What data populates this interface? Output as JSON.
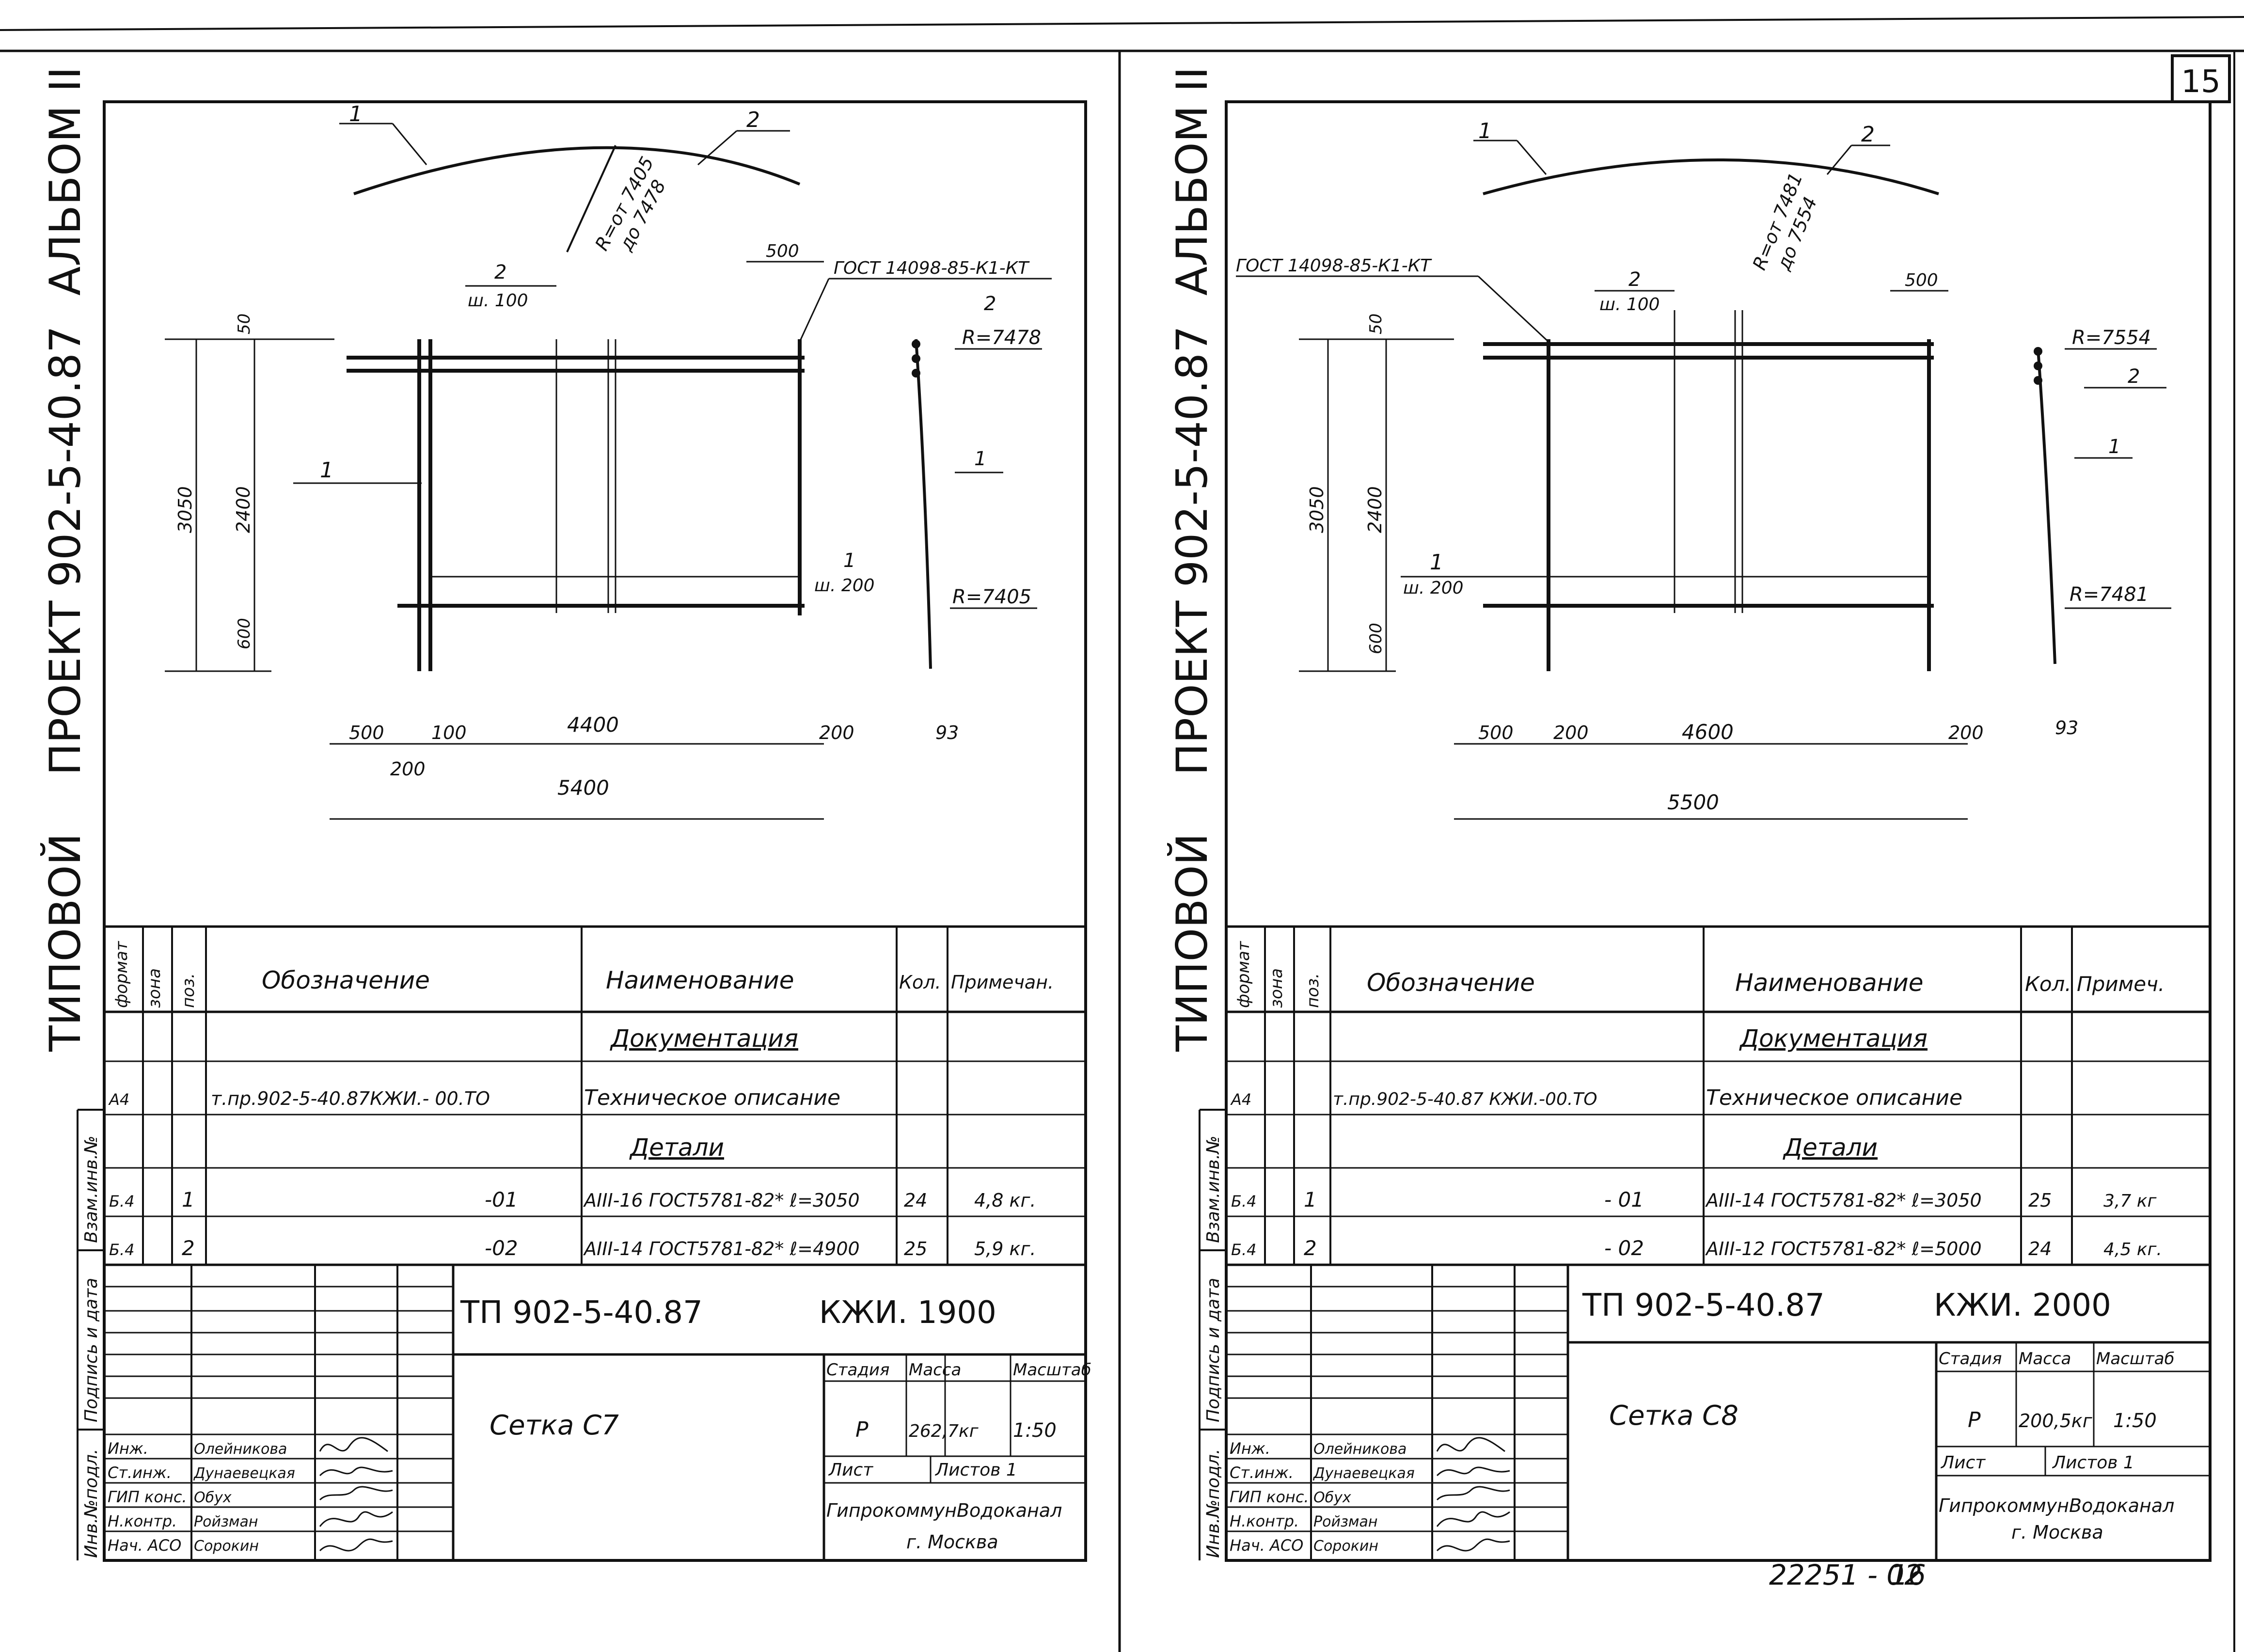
{
  "page_number": "15",
  "bottom_code": "22251 - 02",
  "bottom_number": "16",
  "side_title": {
    "typical": "ТИПОВОЙ",
    "project": "ПРОЕКТ 902-5-40.87",
    "album": "АЛЬБОМ II"
  },
  "left_sheet": {
    "drawing": {
      "arc_labels": [
        "1",
        "2"
      ],
      "radius_text": "R=от 7405",
      "radius_text2": "до 7478",
      "gost_label": "ГОСТ 14098-85-К1-КТ",
      "dim_500_top": "500",
      "label_2": "2",
      "spacing_100": "ш. 100",
      "label_1_left": "1",
      "label_1_bottom": "1",
      "spacing_200": "ш. 200",
      "dim_3050": "3050",
      "dim_2400": "2400",
      "dim_50": "50",
      "dim_600": "600",
      "side_label_2": "2",
      "side_r1": "R=7478",
      "side_label_1": "1",
      "side_r2": "R=7405",
      "bottom_dims": [
        "500",
        "100",
        "4400",
        "200",
        "200",
        "93"
      ],
      "total_width": "5400"
    },
    "spec": {
      "headers": {
        "format": "формат",
        "zone": "зона",
        "pos": "поз.",
        "designation": "Обозначение",
        "name": "Наименование",
        "qty": "Кол.",
        "note": "Примечан."
      },
      "section_docs": "Документация",
      "section_details": "Детали",
      "rows": [
        {
          "format": "А4",
          "pos": "",
          "designation": "т.пр.902-5-40.87КЖИ.- 00.ТО",
          "name": "Техническое описание",
          "qty": "",
          "note": ""
        },
        {
          "format": "Б.4",
          "pos": "1",
          "designation": "-01",
          "name": "АIII-16 ГОСТ5781-82* ℓ=3050",
          "qty": "24",
          "note": "4,8 кг."
        },
        {
          "format": "Б.4",
          "pos": "2",
          "designation": "-02",
          "name": "АIII-14 ГОСТ5781-82* ℓ=4900",
          "qty": "25",
          "note": "5,9 кг."
        }
      ]
    },
    "stamp": {
      "code": "ТП 902-5-40.87",
      "doc": "КЖИ. 1900",
      "title": "Сетка С7",
      "stage_label": "Стадия",
      "mass_label": "Масса",
      "scale_label": "Масштаб",
      "stage": "Р",
      "mass": "262,7кг",
      "scale": "1:50",
      "sheet_label": "Лист",
      "sheets_label": "Листов 1",
      "org": "ГипрокоммунВодоканал",
      "city": "г. Москва",
      "roles": [
        "Инж.",
        "Ст.инж.",
        "ГИП конс.",
        "Н.контр.",
        "Нач. АСО"
      ],
      "names": [
        "Олейникова",
        "Дунаевецкая",
        "Обух",
        "Ройзман",
        "Сорокин"
      ]
    },
    "side_strip": [
      "Инв.№подл.",
      "Подпись и дата",
      "Взам.инв.№"
    ]
  },
  "right_sheet": {
    "drawing": {
      "arc_labels": [
        "1",
        "2"
      ],
      "radius_text": "R=от 7481",
      "radius_text2": "до 7554",
      "gost_label": "ГОСТ 14098-85-К1-КТ",
      "dim_500_top": "500",
      "label_2": "2",
      "spacing_100": "ш. 100",
      "label_1_left": "1",
      "spacing_200": "ш. 200",
      "dim_3050": "3050",
      "dim_2400": "2400",
      "dim_50": "50",
      "dim_600": "600",
      "side_r1": "R=7554",
      "side_label_2": "2",
      "side_label_1": "1",
      "side_r2": "R=7481",
      "bottom_dims": [
        "500",
        "200",
        "4600",
        "200",
        "93"
      ],
      "total_width": "5500"
    },
    "spec": {
      "headers": {
        "format": "формат",
        "zone": "зона",
        "pos": "поз.",
        "designation": "Обозначение",
        "name": "Наименование",
        "qty": "Кол.",
        "note": "Примеч."
      },
      "section_docs": "Документация",
      "section_details": "Детали",
      "rows": [
        {
          "format": "А4",
          "pos": "",
          "designation": "т.пр.902-5-40.87 КЖИ.-00.ТО",
          "name": "Техническое описание",
          "qty": "",
          "note": ""
        },
        {
          "format": "Б.4",
          "pos": "1",
          "designation": "- 01",
          "name": "АIII-14 ГОСТ5781-82* ℓ=3050",
          "qty": "25",
          "note": "3,7 кг"
        },
        {
          "format": "Б.4",
          "pos": "2",
          "designation": "- 02",
          "name": "АIII-12 ГОСТ5781-82* ℓ=5000",
          "qty": "24",
          "note": "4,5 кг."
        }
      ]
    },
    "stamp": {
      "code": "ТП 902-5-40.87",
      "doc": "КЖИ. 2000",
      "title": "Сетка С8",
      "stage_label": "Стадия",
      "mass_label": "Масса",
      "scale_label": "Масштаб",
      "stage": "Р",
      "mass": "200,5кг",
      "scale": "1:50",
      "sheet_label": "Лист",
      "sheets_label": "Листов 1",
      "org": "ГипрокоммунВодоканал",
      "city": "г. Москва",
      "roles": [
        "Инж.",
        "Ст.инж.",
        "ГИП конс.",
        "Н.контр.",
        "Нач. АСО"
      ],
      "names": [
        "Олейникова",
        "Дунаевецкая",
        "Обух",
        "Ройзман",
        "Сорокин"
      ]
    },
    "side_strip": [
      "Инв.№подл.",
      "Подпись и дата",
      "Взам.инв.№"
    ]
  }
}
